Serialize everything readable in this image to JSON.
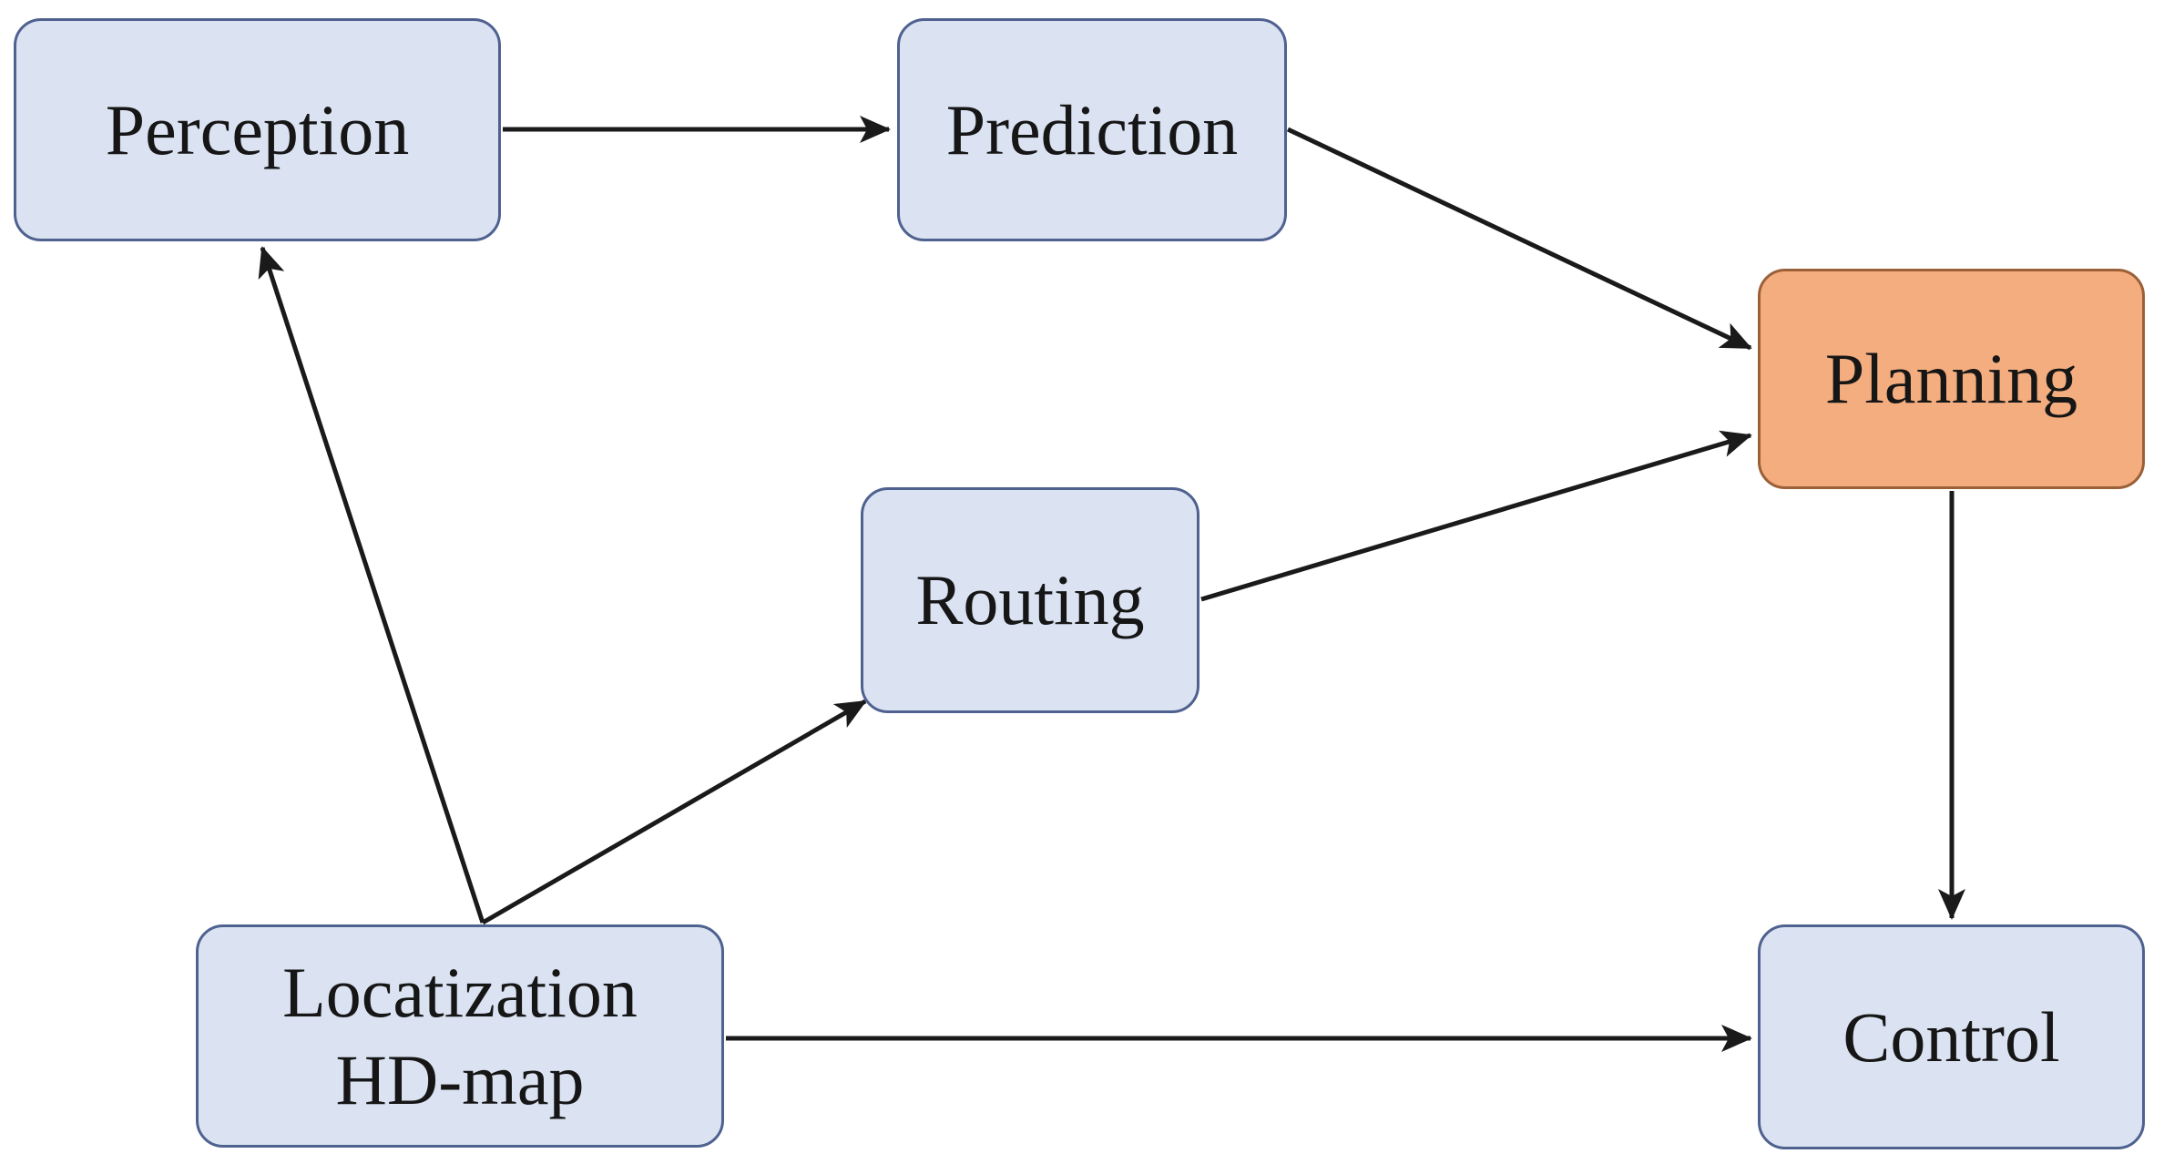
{
  "diagram": {
    "type": "flowchart",
    "background_color": "#ffffff",
    "nodes": [
      {
        "id": "perception",
        "label": "Perception",
        "fill": "#dbe3f3",
        "border": "#4f618f",
        "text_color": "#161616"
      },
      {
        "id": "prediction",
        "label": "Prediction",
        "fill": "#dbe3f3",
        "border": "#4f618f",
        "text_color": "#161616"
      },
      {
        "id": "planning",
        "label": "Planning",
        "fill": "#f4ad7e",
        "border": "#9a6038",
        "text_color": "#161616"
      },
      {
        "id": "routing",
        "label": "Routing",
        "fill": "#dbe3f3",
        "border": "#4f618f",
        "text_color": "#161616"
      },
      {
        "id": "localization-hd-map",
        "label_lines": [
          "Locatization",
          "HD-map"
        ],
        "fill": "#dbe3f3",
        "border": "#4f618f",
        "text_color": "#161616"
      },
      {
        "id": "control",
        "label": "Control",
        "fill": "#dbe3f3",
        "border": "#4f618f",
        "text_color": "#161616"
      }
    ],
    "edges": [
      {
        "from": "perception",
        "to": "prediction",
        "style": "arrow"
      },
      {
        "from": "prediction",
        "to": "planning",
        "style": "arrow"
      },
      {
        "from": "routing",
        "to": "planning",
        "style": "arrow"
      },
      {
        "from": "localization-hd-map",
        "to": "perception",
        "style": "arrow"
      },
      {
        "from": "localization-hd-map",
        "to": "routing",
        "style": "arrow"
      },
      {
        "from": "localization-hd-map",
        "to": "control",
        "style": "arrow"
      },
      {
        "from": "planning",
        "to": "control",
        "style": "arrow"
      }
    ],
    "arrow_color": "#1a1a1a"
  }
}
